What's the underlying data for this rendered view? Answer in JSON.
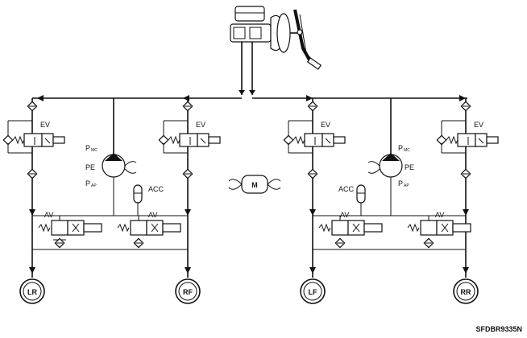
{
  "labels": {
    "ev": "EV",
    "av": "AV",
    "acc": "ACC",
    "pe": "PE",
    "p": "P",
    "mc": "MC",
    "ap": "AP",
    "motor": "M"
  },
  "wheels": {
    "lr": "LR",
    "rf": "RF",
    "lf": "LF",
    "rr": "RR"
  },
  "ref_code": "SFDBR9335N"
}
